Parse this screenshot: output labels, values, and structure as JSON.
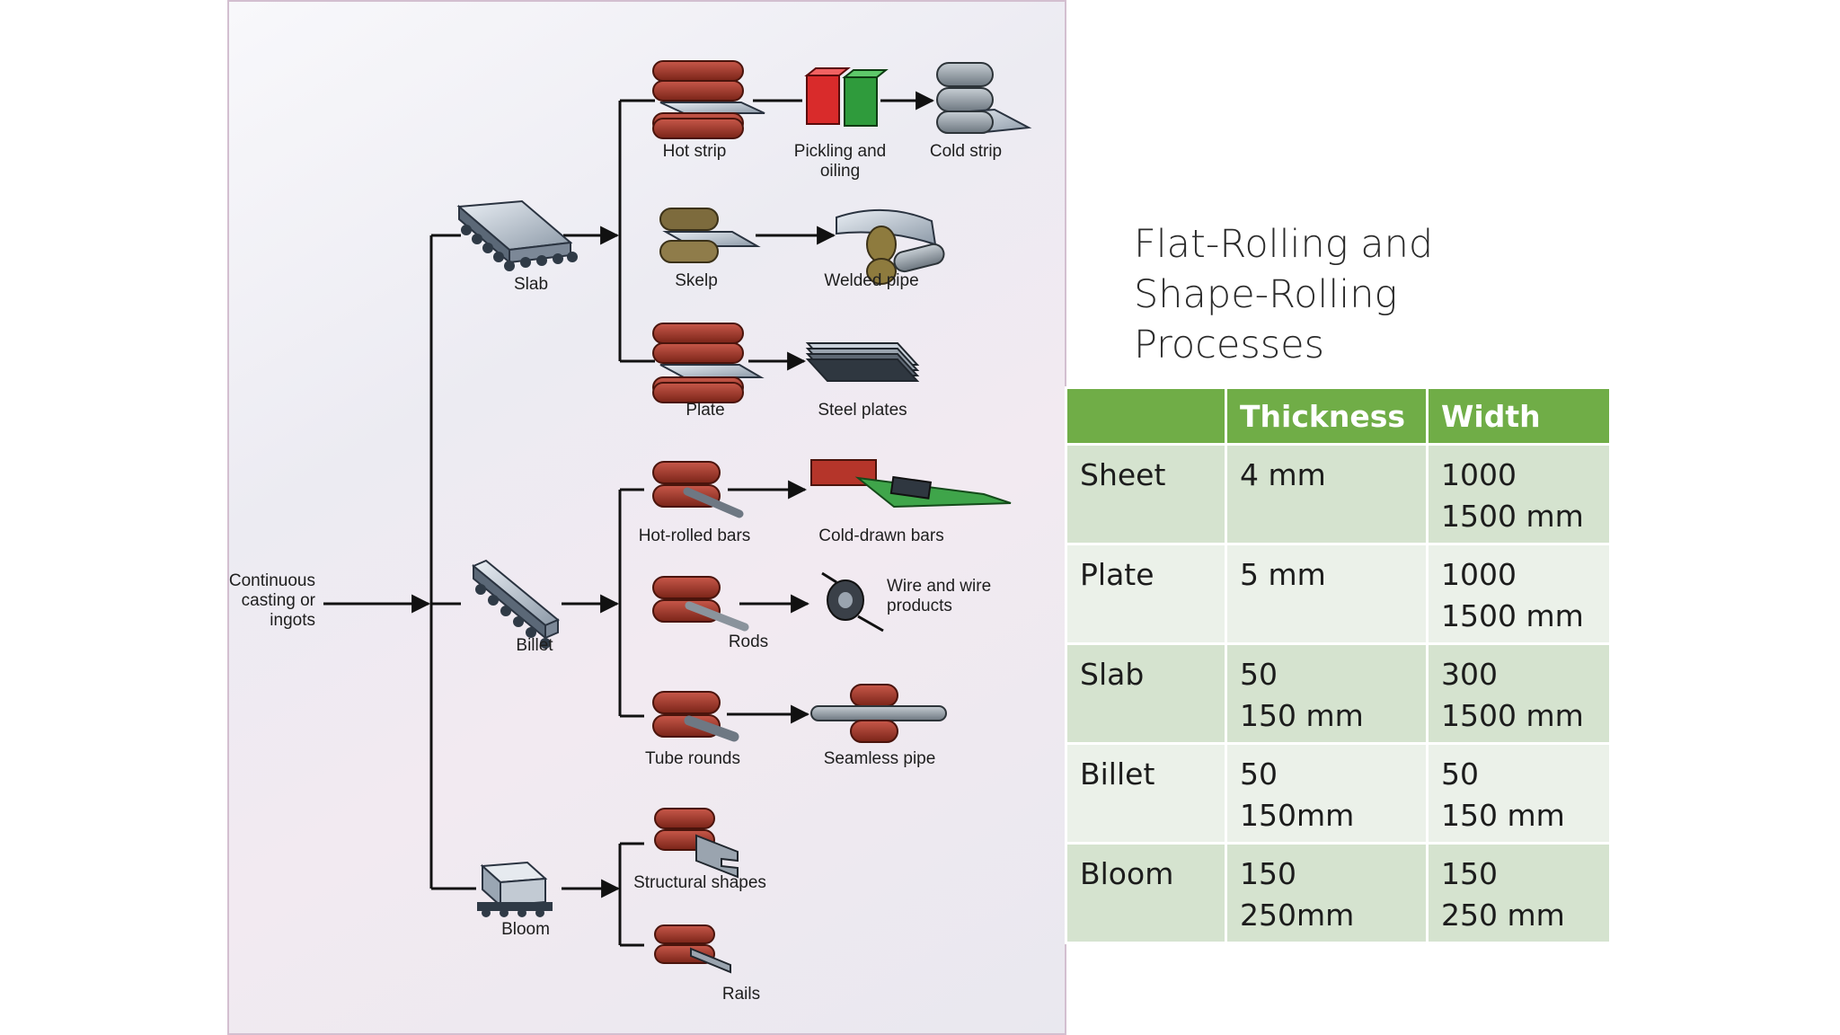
{
  "diagram": {
    "source": "Continuous casting or ingots",
    "intermediates": [
      "Slab",
      "Billet",
      "Bloom"
    ],
    "products": {
      "hot_strip": "Hot strip",
      "pickling": "Pickling and oiling",
      "cold_strip": "Cold strip",
      "skelp": "Skelp",
      "welded_pipe": "Welded pipe",
      "plate": "Plate",
      "steel_plates": "Steel plates",
      "hot_rolled_bars": "Hot-rolled bars",
      "cold_drawn_bars": "Cold-drawn bars",
      "rods": "Rods",
      "wire": "Wire and wire products",
      "tube_rounds": "Tube rounds",
      "seamless_pipe": "Seamless pipe",
      "structural_shapes": "Structural shapes",
      "rails": "Rails"
    }
  },
  "title": "Flat-Rolling and Shape-Rolling Processes",
  "table": {
    "headers": [
      "",
      "Thickness",
      "Width"
    ],
    "rows": [
      [
        "Sheet",
        "4 mm",
        "1000 1500 mm"
      ],
      [
        "Plate",
        "5 mm",
        "1000 1500 mm"
      ],
      [
        "Slab",
        "50 150 mm",
        "300 1500 mm"
      ],
      [
        "Billet",
        "50 150mm",
        "50 150 mm"
      ],
      [
        "Bloom",
        "150 250mm",
        "150 250 mm"
      ]
    ]
  }
}
